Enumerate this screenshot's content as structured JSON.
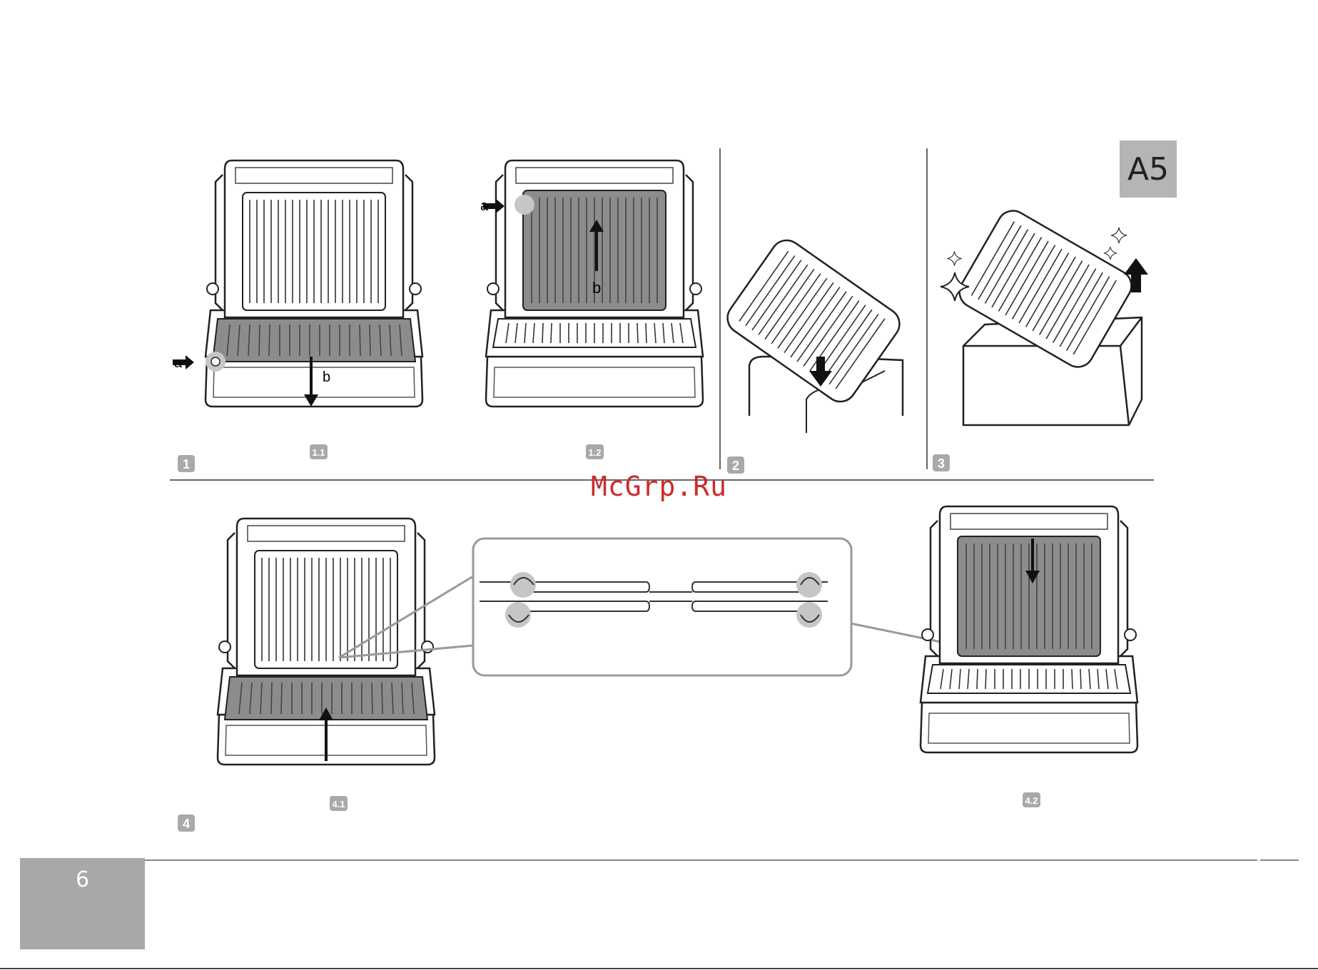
{
  "section_tag": "A5",
  "page_number": "6",
  "watermark": "McGrp.Ru",
  "steps": [
    {
      "id": "step-1",
      "badge": "1",
      "substeps": [
        {
          "badge": "1.1",
          "callouts": {
            "a": "a",
            "b": "b"
          }
        },
        {
          "badge": "1.2",
          "callouts": {
            "a": "a",
            "b": "b"
          }
        }
      ]
    },
    {
      "id": "step-2",
      "badge": "2"
    },
    {
      "id": "step-3",
      "badge": "3"
    },
    {
      "id": "step-4",
      "badge": "4",
      "substeps": [
        {
          "badge": "4.1"
        },
        {
          "badge": "4.2"
        }
      ]
    }
  ],
  "colors": {
    "highlight_plate": "#8c8c8c",
    "badge": "#a9a9a9",
    "line": "#555555",
    "accent_watermark": "#cc2b2b",
    "page_box": "#a8a8a8"
  },
  "icons": [
    "arrow-down-icon",
    "arrow-up-icon",
    "arrow-right-icon",
    "sparkle-icon"
  ]
}
